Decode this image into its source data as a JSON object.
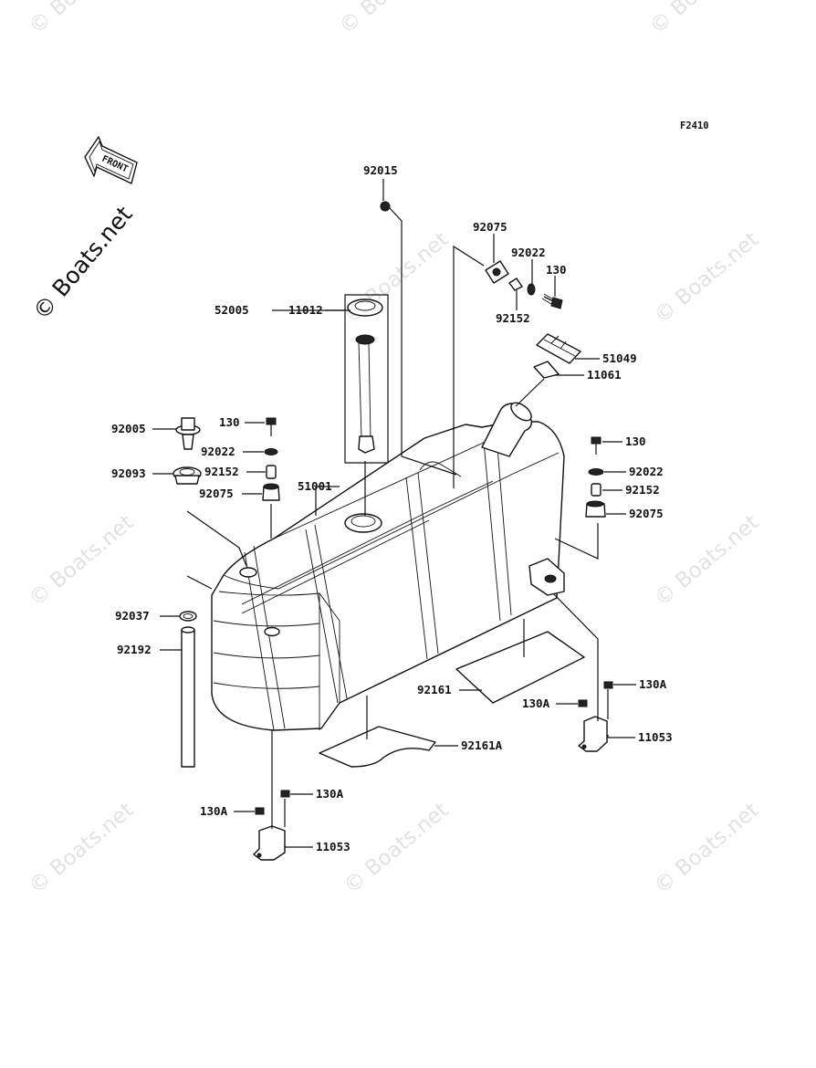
{
  "figure_code": "F2410",
  "watermark_text": "© Boats.net",
  "brand_text": "© Boats.net",
  "front_arrow_text": "FRONT",
  "callouts": [
    {
      "key": "92015",
      "text": "92015"
    },
    {
      "key": "92075_top",
      "text": "92075"
    },
    {
      "key": "92022_top",
      "text": "92022"
    },
    {
      "key": "130_top",
      "text": "130"
    },
    {
      "key": "52005",
      "text": "52005"
    },
    {
      "key": "11012",
      "text": "11012"
    },
    {
      "key": "92152_top",
      "text": "92152"
    },
    {
      "key": "51049",
      "text": "51049"
    },
    {
      "key": "11061",
      "text": "11061"
    },
    {
      "key": "92005",
      "text": "92005"
    },
    {
      "key": "130_left",
      "text": "130"
    },
    {
      "key": "92022_left",
      "text": "92022"
    },
    {
      "key": "92093",
      "text": "92093"
    },
    {
      "key": "92152_left",
      "text": "92152"
    },
    {
      "key": "92075_left",
      "text": "92075"
    },
    {
      "key": "51001",
      "text": "51001"
    },
    {
      "key": "130_right",
      "text": "130"
    },
    {
      "key": "92022_right",
      "text": "92022"
    },
    {
      "key": "92152_right",
      "text": "92152"
    },
    {
      "key": "92075_right",
      "text": "92075"
    },
    {
      "key": "92037",
      "text": "92037"
    },
    {
      "key": "92192",
      "text": "92192"
    },
    {
      "key": "92161",
      "text": "92161"
    },
    {
      "key": "130A_r1",
      "text": "130A"
    },
    {
      "key": "130A_r2",
      "text": "130A"
    },
    {
      "key": "11053_r",
      "text": "11053"
    },
    {
      "key": "92161A",
      "text": "92161A"
    },
    {
      "key": "130A_b1",
      "text": "130A"
    },
    {
      "key": "130A_b2",
      "text": "130A"
    },
    {
      "key": "11053_b",
      "text": "11053"
    }
  ]
}
